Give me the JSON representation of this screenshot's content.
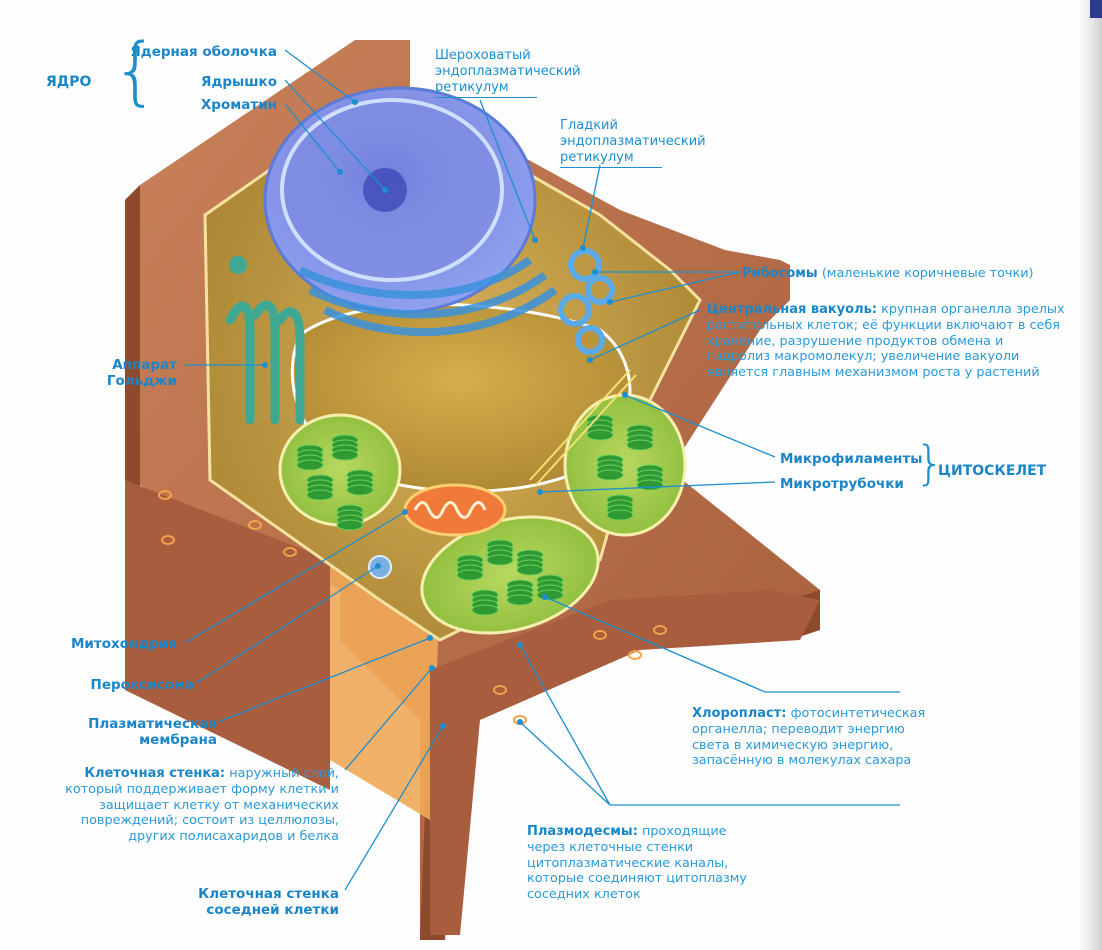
{
  "title": "Растительная клетка",
  "colors": {
    "label": "#1c8fd0",
    "cell_wall": "#b86f48",
    "cytoplasm": "#c9a24a",
    "nucleus": "#6a78d8",
    "er": "#4aa0e0",
    "chloroplast": "#3fae3a",
    "golgi": "#3fa894",
    "mitochondrion": "#f07a3a"
  },
  "labels": {
    "nucleus_group": "ЯДРО",
    "nuclear_envelope": "Ядерная оболочка",
    "nucleolus": "Ядрышко",
    "chromatin": "Хроматин",
    "rough_er": [
      "Шероховатый",
      "эндоплазматический",
      "ретикулум"
    ],
    "smooth_er": [
      "Гладкий",
      "эндоплазматический",
      "ретикулум"
    ],
    "ribosomes_title": "Рибосомы",
    "ribosomes_note": "(маленькие коричневые точки)",
    "vacuole_title": "Центральная вакуоль:",
    "vacuole_desc": [
      "крупная органелла зрелых",
      "растительных клеток; её функции включают в себя",
      "хранение, разрушение продуктов обмена и",
      "гидролиз макромолекул; увеличение вакуоли",
      "является главным механизмом роста у растений"
    ],
    "microfilaments": "Микрофиламенты",
    "microtubules": "Микротрубочки",
    "cytoskeleton_group": "ЦИТОСКЕЛЕТ",
    "golgi": [
      "Аппарат",
      "Гольджи"
    ],
    "mitochondrion": "Митохондрия",
    "peroxisome": "Пероксисома",
    "plasma_membrane": [
      "Плазматическая",
      "мембрана"
    ],
    "cell_wall_title": "Клеточная стенка:",
    "cell_wall_desc": [
      "наружный слой,",
      "который поддерживает форму клетки и",
      "защищает клетку от механических",
      "повреждений; состоит из целлюлозы,",
      "других полисахаридов и белка"
    ],
    "neighbor_wall": [
      "Клеточная стенка",
      "соседней клетки"
    ],
    "chloroplast_title": "Хлоропласт:",
    "chloroplast_desc": [
      "фотосинтетическая",
      "органелла; переводит энергию",
      "света в химическую энергию,",
      "запасённую в молекулах сахара"
    ],
    "plasmodesmata_title": "Плазмодесмы:",
    "plasmodesmata_desc": [
      "проходящие",
      "через клеточные стенки",
      "цитоплазматические каналы,",
      "которые соединяют цитоплазму",
      "соседних клеток"
    ]
  }
}
